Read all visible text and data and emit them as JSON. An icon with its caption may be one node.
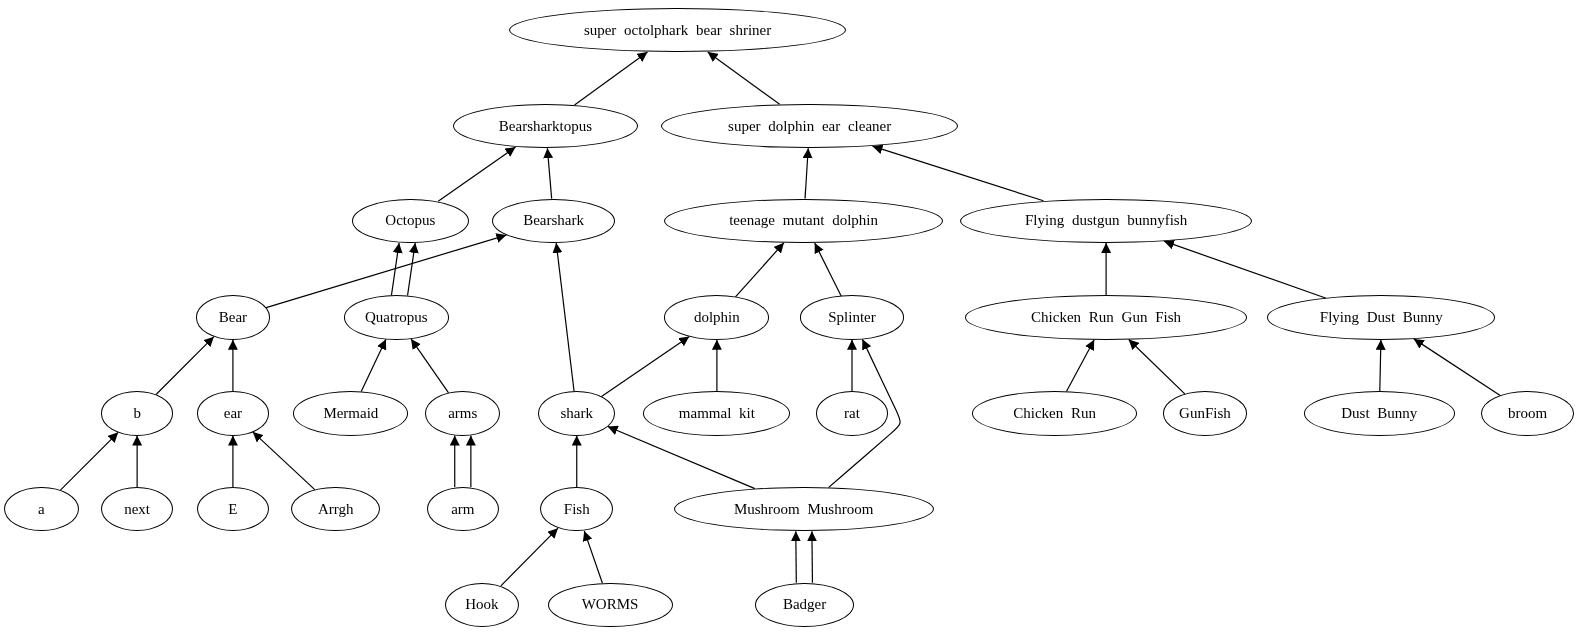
{
  "diagram": {
    "nodes": [
      {
        "text": [
          "super octolphark bear shriner"
        ]
      },
      {
        "text": [
          "Bearsharktopus"
        ]
      },
      {
        "text": [
          "super dolphin ear cleaner"
        ]
      },
      {
        "text": [
          "Octopus"
        ]
      },
      {
        "text": [
          "Bearshark"
        ]
      },
      {
        "text": [
          "teenage mutant dolphin"
        ]
      },
      {
        "text": [
          "Flying dustgun bunnyfish"
        ]
      },
      {
        "text": [
          "Bear"
        ]
      },
      {
        "text": [
          "Quatropus"
        ]
      },
      {
        "text": [
          "dolphin"
        ]
      },
      {
        "text": [
          "Splinter"
        ]
      },
      {
        "text": [
          "Chicken Run Gun Fish"
        ]
      },
      {
        "text": [
          "Flying Dust Bunny"
        ]
      },
      {
        "text": [
          "b"
        ]
      },
      {
        "text": [
          "ear"
        ]
      },
      {
        "text": [
          "Mermaid"
        ]
      },
      {
        "text": [
          "arms"
        ]
      },
      {
        "text": [
          "shark"
        ]
      },
      {
        "text": [
          "mammal kit"
        ]
      },
      {
        "text": [
          "rat"
        ]
      },
      {
        "text": [
          "Chicken Run"
        ]
      },
      {
        "text": [
          "GunFish"
        ]
      },
      {
        "text": [
          "Dust Bunny"
        ]
      },
      {
        "text": [
          "broom"
        ]
      },
      {
        "text": [
          "a"
        ]
      },
      {
        "text": [
          "next"
        ]
      },
      {
        "text": [
          "E"
        ]
      },
      {
        "text": [
          "Arrgh"
        ]
      },
      {
        "text": [
          "arm"
        ]
      },
      {
        "text": [
          "Fish"
        ]
      },
      {
        "text": [
          "Mushroom Mushroom"
        ]
      },
      {
        "text": [
          "Hook"
        ]
      },
      {
        "text": [
          "WORMS"
        ]
      },
      {
        "text": [
          "Badger"
        ]
      }
    ],
    "edges": [
      {
        "from": 1,
        "to": 0,
        "arrow": "to"
      },
      {
        "from": 2,
        "to": 0,
        "arrow": "to"
      },
      {
        "from": 3,
        "to": 1,
        "arrow": "to"
      },
      {
        "from": 4,
        "to": 1,
        "arrow": "to"
      },
      {
        "from": 5,
        "to": 2,
        "arrow": "to"
      },
      {
        "from": 6,
        "to": 2,
        "arrow": "to"
      },
      {
        "from": 7,
        "to": 4,
        "arrow": "to"
      },
      {
        "from": 8,
        "to": 3,
        "arrow": "to"
      },
      {
        "from": 8,
        "to": 3,
        "arrow": "to"
      },
      {
        "from": 9,
        "to": 5,
        "arrow": "to"
      },
      {
        "from": 10,
        "to": 5,
        "arrow": "to"
      },
      {
        "from": 11,
        "to": 6,
        "arrow": "to"
      },
      {
        "from": 12,
        "to": 6,
        "arrow": "to"
      },
      {
        "from": 13,
        "to": 7,
        "arrow": "to"
      },
      {
        "from": 14,
        "to": 7,
        "arrow": "to"
      },
      {
        "from": 15,
        "to": 8,
        "arrow": "to"
      },
      {
        "from": 16,
        "to": 8,
        "arrow": "to"
      },
      {
        "from": 17,
        "to": 4,
        "arrow": "to"
      },
      {
        "from": 17,
        "to": 9,
        "arrow": "to"
      },
      {
        "from": 18,
        "to": 9,
        "arrow": "to"
      },
      {
        "from": 19,
        "to": 10,
        "arrow": "to"
      },
      {
        "from": 20,
        "to": 11,
        "arrow": "to"
      },
      {
        "from": 21,
        "to": 11,
        "arrow": "to"
      },
      {
        "from": 22,
        "to": 12,
        "arrow": "to"
      },
      {
        "from": 23,
        "to": 12,
        "arrow": "to"
      },
      {
        "from": 24,
        "to": 13,
        "arrow": "to"
      },
      {
        "from": 25,
        "to": 13,
        "arrow": "to"
      },
      {
        "from": 26,
        "to": 14,
        "arrow": "to"
      },
      {
        "from": 27,
        "to": 14,
        "arrow": "to"
      },
      {
        "from": 28,
        "to": 16,
        "arrow": "to"
      },
      {
        "from": 28,
        "to": 16,
        "arrow": "to"
      },
      {
        "from": 29,
        "to": 17,
        "arrow": "to"
      },
      {
        "from": 30,
        "to": 17,
        "arrow": "to"
      },
      {
        "from": 30,
        "to": 10,
        "arrow": "to"
      },
      {
        "from": 31,
        "to": 29,
        "arrow": "to"
      },
      {
        "from": 32,
        "to": 29,
        "arrow": "to"
      },
      {
        "from": 33,
        "to": 30,
        "arrow": "to"
      },
      {
        "from": 33,
        "to": 30,
        "arrow": "to"
      }
    ]
  }
}
